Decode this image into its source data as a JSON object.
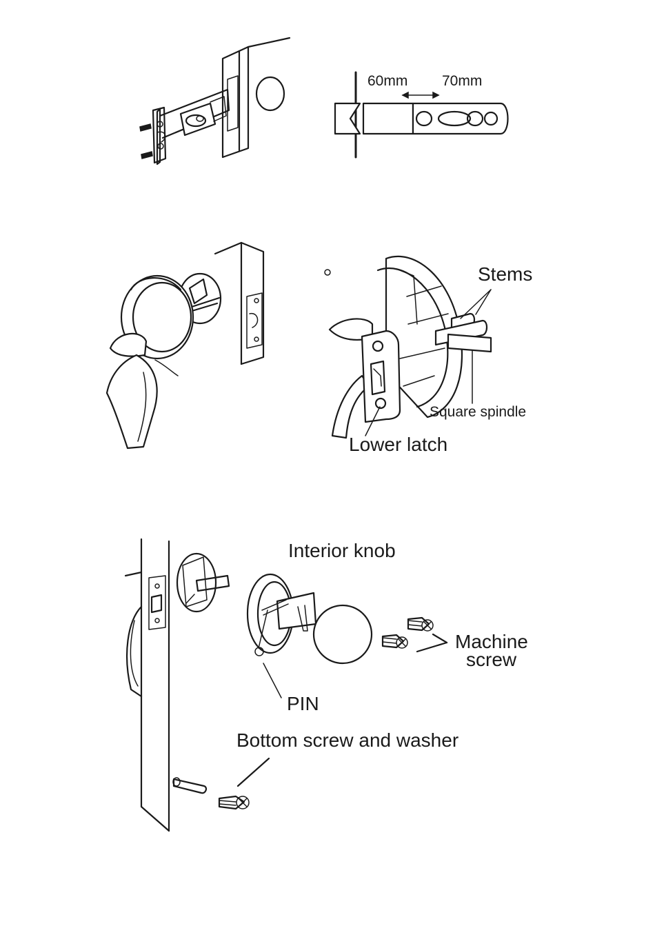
{
  "labels": {
    "dim_left": "60mm",
    "dim_right": "70mm",
    "stems": "Stems",
    "square_spindle": "Square spindle",
    "lower_latch": "Lower latch",
    "interior_knob": "Interior knob",
    "machine_screw_line1": "Machine",
    "machine_screw_line2": "screw",
    "pin": "PIN",
    "bottom_screw": "Bottom screw and washer"
  },
  "colors": {
    "ink": "#1a1a1a",
    "paper": "#ffffff"
  }
}
